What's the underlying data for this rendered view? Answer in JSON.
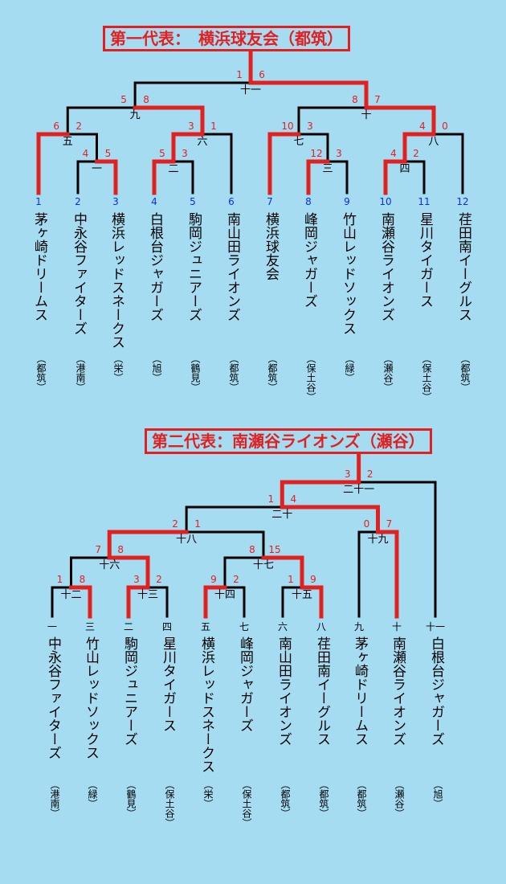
{
  "bracket1": {
    "title": "第一代表：　横浜球友会（都筑）",
    "teams": [
      {
        "num": "1",
        "name": "茅ヶ崎ドリームス",
        "area": "（都筑）"
      },
      {
        "num": "2",
        "name": "中永谷ファイターズ",
        "area": "（港南）"
      },
      {
        "num": "3",
        "name": "横浜レッドスネークス",
        "area": "（栄）"
      },
      {
        "num": "4",
        "name": "白根台ジャガーズ",
        "area": "（旭）"
      },
      {
        "num": "5",
        "name": "駒岡ジュニアーズ",
        "area": "（鶴見）"
      },
      {
        "num": "6",
        "name": "南山田ライオンズ",
        "area": "（都筑）"
      },
      {
        "num": "7",
        "name": "横浜球友会",
        "area": "（都筑）"
      },
      {
        "num": "8",
        "name": "峰岡ジャガーズ",
        "area": "（保土谷）"
      },
      {
        "num": "9",
        "name": "竹山レッドソックス",
        "area": "（緑）"
      },
      {
        "num": "10",
        "name": "南瀬谷ライオンズ",
        "area": "（瀬谷）"
      },
      {
        "num": "11",
        "name": "星川タイガース",
        "area": "（保土谷）"
      },
      {
        "num": "12",
        "name": "荏田南イーグルス",
        "area": "（都筑）"
      }
    ],
    "matches": [
      {
        "label": "一",
        "score_left": "4",
        "score_right": "5"
      },
      {
        "label": "二",
        "score_left": "5",
        "score_right": "3"
      },
      {
        "label": "三",
        "score_left": "12",
        "score_right": "3"
      },
      {
        "label": "四",
        "score_left": "4",
        "score_right": "2"
      },
      {
        "label": "五",
        "score_left": "6",
        "score_right": "2"
      },
      {
        "label": "六",
        "score_left": "3",
        "score_right": "1"
      },
      {
        "label": "七",
        "score_left": "10",
        "score_right": "3"
      },
      {
        "label": "八",
        "score_left": "4",
        "score_right": "0"
      },
      {
        "label": "九",
        "score_left": "5",
        "score_right": "8"
      },
      {
        "label": "十",
        "score_left": "8",
        "score_right": "7"
      },
      {
        "label": "十一",
        "score_left": "1",
        "score_right": "6"
      }
    ]
  },
  "bracket2": {
    "title": "第二代表：南瀬谷ライオンズ（瀬谷）",
    "teams": [
      {
        "num": "一",
        "name": "中永谷ファイターズ",
        "area": "（港南）"
      },
      {
        "num": "三",
        "name": "竹山レッドソックス",
        "area": "（緑）"
      },
      {
        "num": "二",
        "name": "駒岡ジュニアーズ",
        "area": "（鶴見）"
      },
      {
        "num": "四",
        "name": "星川タイガース",
        "area": "（保土谷）"
      },
      {
        "num": "五",
        "name": "横浜レッドスネークス",
        "area": "（栄）"
      },
      {
        "num": "七",
        "name": "峰岡ジャガーズ",
        "area": "（保土谷）"
      },
      {
        "num": "六",
        "name": "南山田ライオンズ",
        "area": "（都筑）"
      },
      {
        "num": "八",
        "name": "荏田南イーグルス",
        "area": "（都筑）"
      },
      {
        "num": "九",
        "name": "茅ヶ崎ドリームス",
        "area": "（都筑）"
      },
      {
        "num": "十",
        "name": "南瀬谷ライオンズ",
        "area": "（瀬谷）"
      },
      {
        "num": "十一",
        "name": "白根台ジャガーズ",
        "area": "（旭）"
      }
    ],
    "matches": [
      {
        "label": "十二",
        "score_left": "1",
        "score_right": "8"
      },
      {
        "label": "十三",
        "score_left": "3",
        "score_right": "2"
      },
      {
        "label": "十四",
        "score_left": "9",
        "score_right": "2"
      },
      {
        "label": "十五",
        "score_left": "1",
        "score_right": "9"
      },
      {
        "label": "十六",
        "score_left": "7",
        "score_right": "8"
      },
      {
        "label": "十七",
        "score_left": "8",
        "score_right": "15"
      },
      {
        "label": "十八",
        "score_left": "2",
        "score_right": "1"
      },
      {
        "label": "十九",
        "score_left": "0",
        "score_right": "7"
      },
      {
        "label": "二十",
        "score_left": "1",
        "score_right": "4"
      },
      {
        "label": "二十一",
        "score_left": "3",
        "score_right": "2"
      }
    ]
  },
  "colors": {
    "background": "#a6dcf2",
    "winner_line": "#e32020",
    "loser_line": "#000000",
    "team_number": "#0b2ee8",
    "score": "#e32020"
  }
}
